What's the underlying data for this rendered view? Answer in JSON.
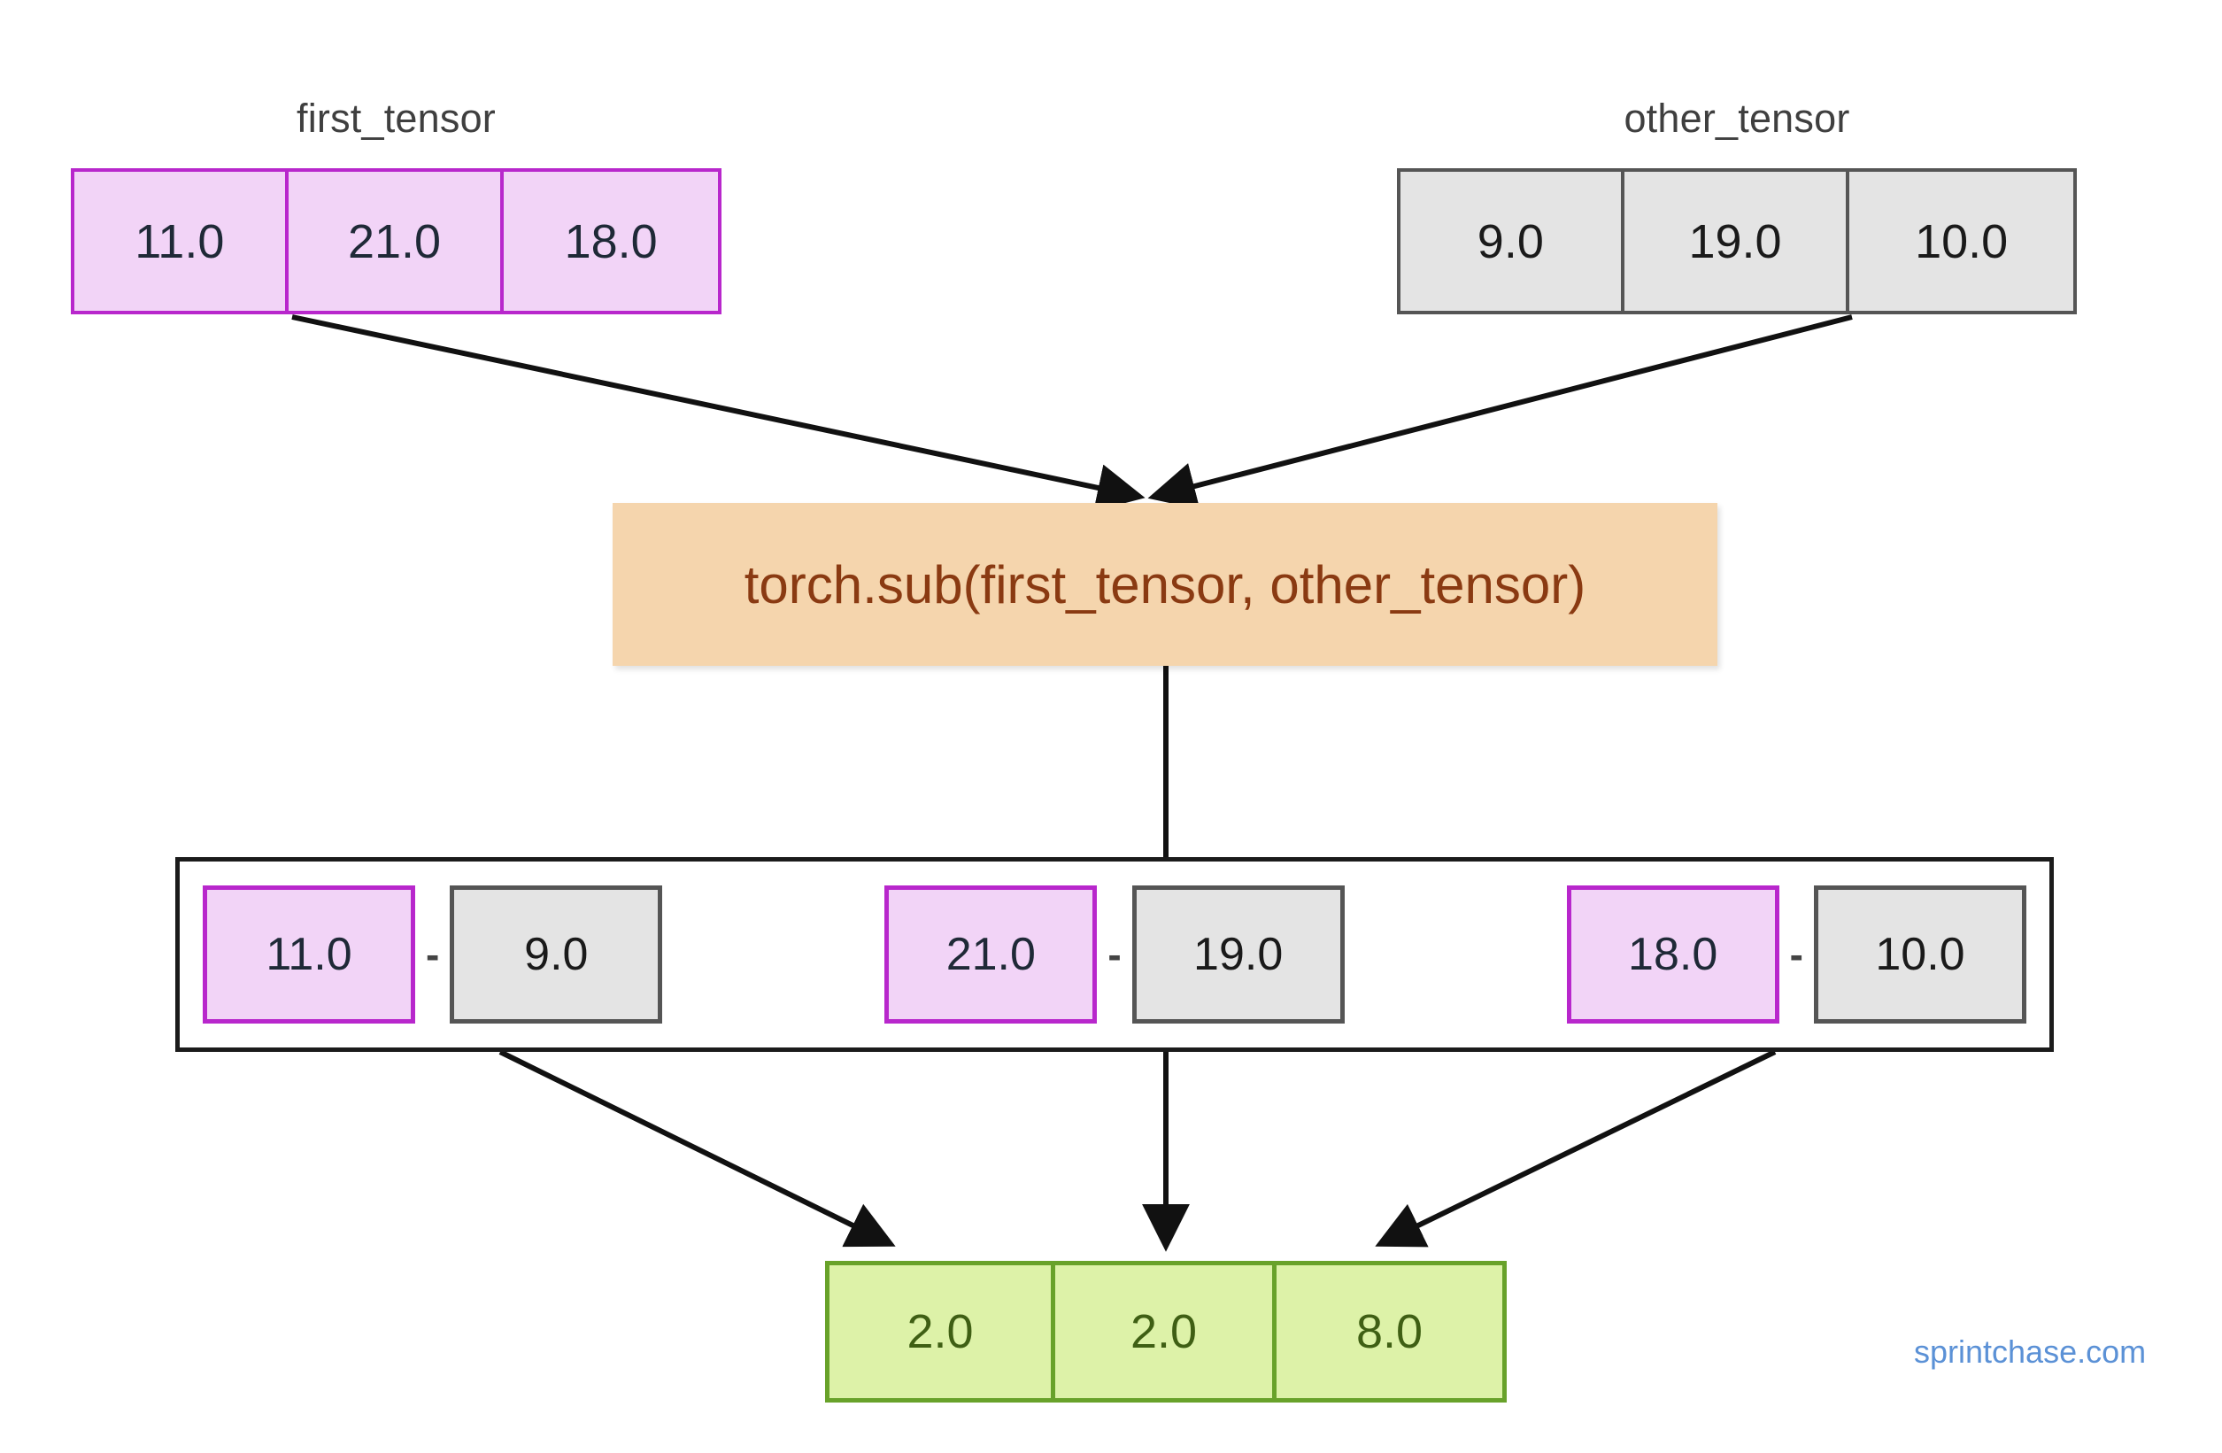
{
  "diagram": {
    "title_left": "first_tensor",
    "title_right": "other_tensor",
    "operation_label": "torch.sub(first_tensor, other_tensor)",
    "watermark": "sprintchase.com",
    "minus_symbol": "-",
    "colors": {
      "purple_fill": "#f2d4f7",
      "purple_border": "#b827cc",
      "gray_fill": "#e4e4e4",
      "gray_border": "#555555",
      "green_fill": "#ddf2a8",
      "green_border": "#68a22a",
      "orange_fill": "#f5d5ad",
      "orange_text": "#8a3a12",
      "arrow": "#111111",
      "watermark": "#5b91d6",
      "label_text": "#3f3f3f"
    }
  },
  "chart_data": {
    "type": "diagram",
    "title": "torch.sub(first_tensor, other_tensor)",
    "first_tensor": {
      "name": "first_tensor",
      "values": [
        "11.0",
        "21.0",
        "18.0"
      ]
    },
    "other_tensor": {
      "name": "other_tensor",
      "values": [
        "9.0",
        "19.0",
        "10.0"
      ]
    },
    "elementwise": [
      {
        "left": "11.0",
        "op": "-",
        "right": "9.0"
      },
      {
        "left": "21.0",
        "op": "-",
        "right": "19.0"
      },
      {
        "left": "18.0",
        "op": "-",
        "right": "10.0"
      }
    ],
    "result_tensor": {
      "values": [
        "2.0",
        "2.0",
        "8.0"
      ]
    }
  }
}
